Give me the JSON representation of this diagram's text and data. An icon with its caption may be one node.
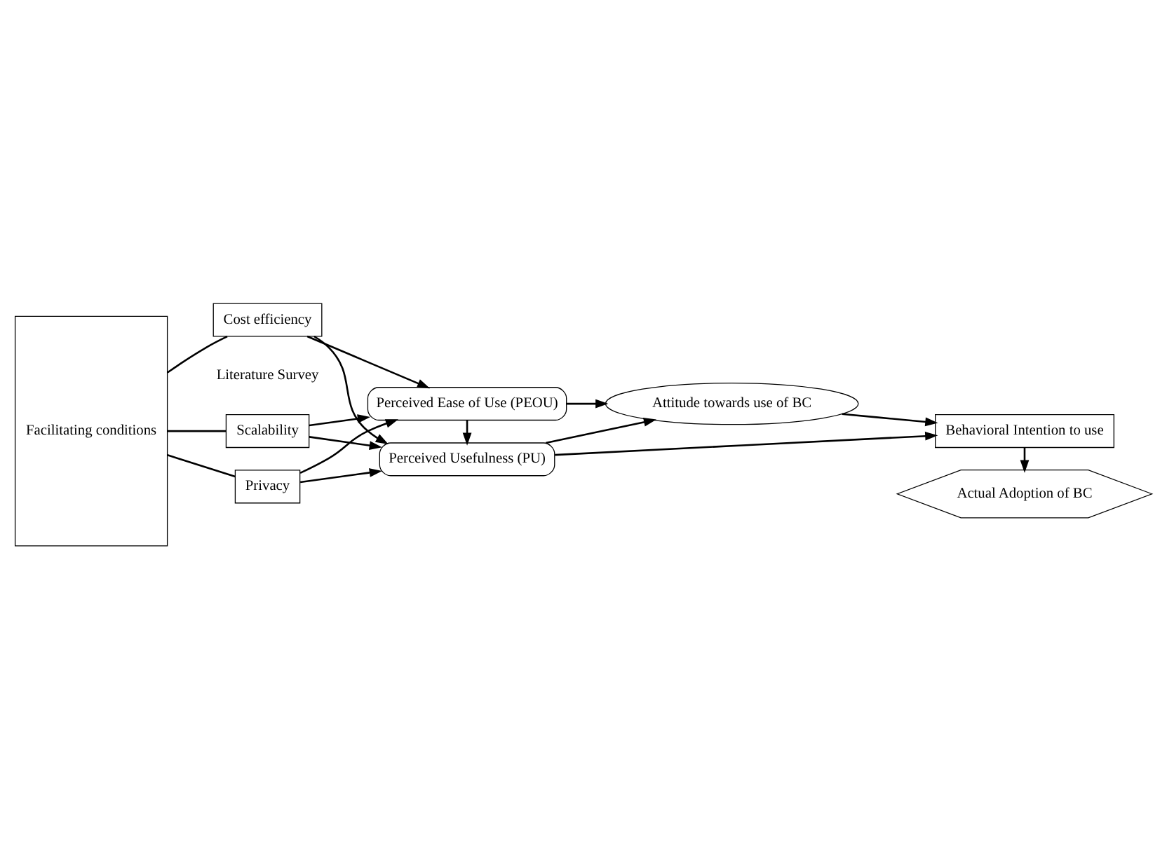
{
  "diagram": {
    "nodes": [
      {
        "text": [
          "Facilitating conditions"
        ]
      },
      {
        "text": [
          "Scalability"
        ]
      },
      {
        "text": [
          "Privacy"
        ]
      },
      {
        "text": [
          "Cost efficiency"
        ]
      },
      {
        "text": [
          "Perceived Usefulness (PU)"
        ]
      },
      {
        "text": [
          "Perceived Ease of Use (PEOU)"
        ]
      },
      {
        "text": [
          "Attitude towards use of BC"
        ]
      },
      {
        "text": [
          "Behavioral Intention to use"
        ]
      },
      {
        "text": [
          "Actual Adoption of BC"
        ]
      }
    ],
    "edges": [
      {
        "from": 0,
        "to": 1,
        "arrow": "none"
      },
      {
        "from": 0,
        "to": 2,
        "arrow": "none"
      },
      {
        "from": 0,
        "to": 3,
        "arrow": "none"
      },
      {
        "from": 1,
        "to": 4,
        "arrow": "to"
      },
      {
        "from": 2,
        "to": 4,
        "arrow": "to"
      },
      {
        "from": 3,
        "to": 4,
        "arrow": "to"
      },
      {
        "from": 1,
        "to": 5,
        "arrow": "to"
      },
      {
        "from": 2,
        "to": 5,
        "arrow": "to"
      },
      {
        "from": 3,
        "to": 5,
        "arrow": "to"
      },
      {
        "from": 5,
        "to": 4,
        "arrow": "to"
      },
      {
        "from": 4,
        "to": 6,
        "arrow": "to"
      },
      {
        "from": 5,
        "to": 6,
        "arrow": "to"
      },
      {
        "from": 4,
        "to": 7,
        "arrow": "to"
      },
      {
        "from": 6,
        "to": 7,
        "arrow": "to"
      },
      {
        "from": 7,
        "to": 8,
        "arrow": "to"
      }
    ],
    "labels": [
      "Literature Survey"
    ]
  }
}
